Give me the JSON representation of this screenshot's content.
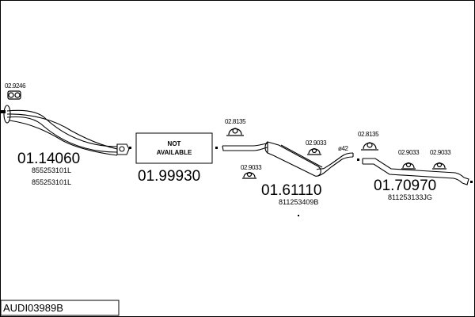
{
  "diagram": {
    "part_code": "AUDI03989B",
    "clips": {
      "c1": "02.9246",
      "c2": "02.8135",
      "c3": "02.9033",
      "c4": "02.9033",
      "c5": "02.8135",
      "c6": "02.9033",
      "c7": "02.9033"
    },
    "diameter": "ø42",
    "placeholder": {
      "line1": "NOT",
      "line2": "AVAILABLE"
    },
    "parts": [
      {
        "number": "01.14060",
        "refs": [
          "855253101L",
          "855253101L"
        ]
      },
      {
        "number": "01.99930",
        "refs": []
      },
      {
        "number": "01.61110",
        "refs": [
          "811253409B"
        ]
      },
      {
        "number": "01.70970",
        "refs": [
          "811253133JG"
        ]
      }
    ]
  }
}
